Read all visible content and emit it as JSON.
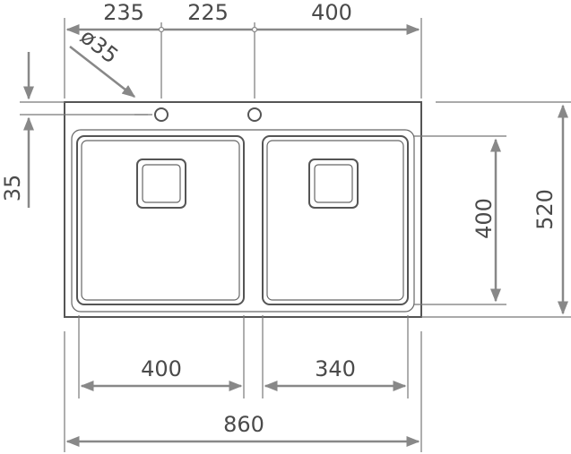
{
  "drawing": {
    "top_dims": {
      "d1": "235",
      "d2": "225",
      "d3": "400"
    },
    "hole_diameter": "ø35",
    "left_offset": "35",
    "right_inner_height": "400",
    "right_total_height": "520",
    "bottom_left_bowl": "400",
    "bottom_right_bowl": "340",
    "bottom_total": "860"
  }
}
